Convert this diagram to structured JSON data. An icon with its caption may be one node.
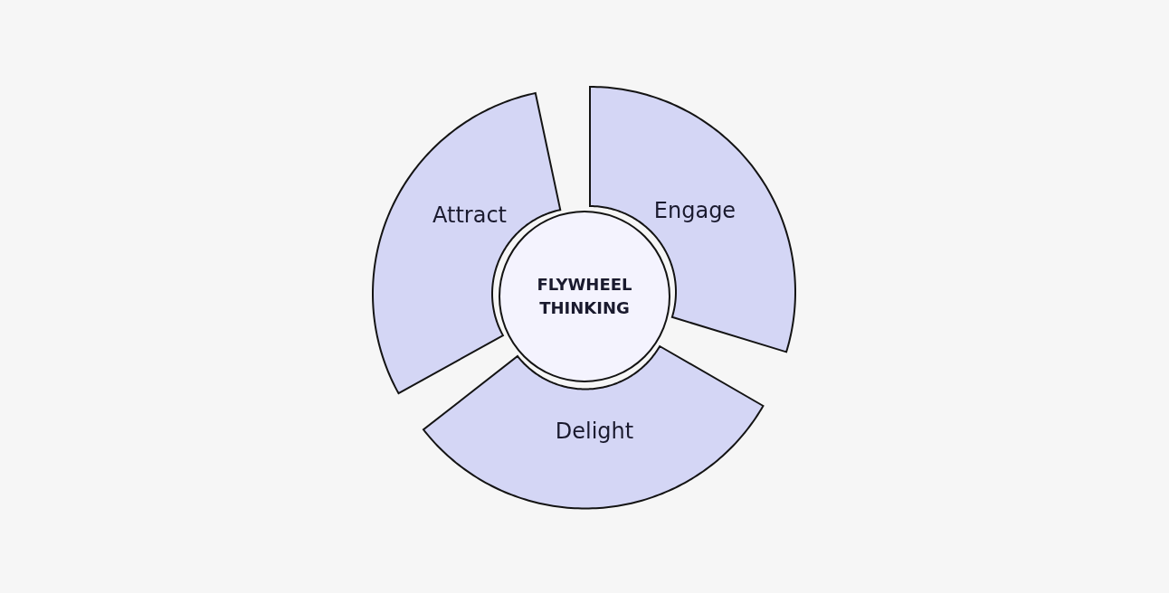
{
  "diagram": {
    "nodes": [
      {
        "text": [
          "Attract"
        ]
      },
      {
        "text": [
          "Engage"
        ]
      },
      {
        "text": [
          "Delight"
        ]
      },
      {
        "text": [
          "FLYWHEEL THINKING"
        ]
      }
    ]
  }
}
